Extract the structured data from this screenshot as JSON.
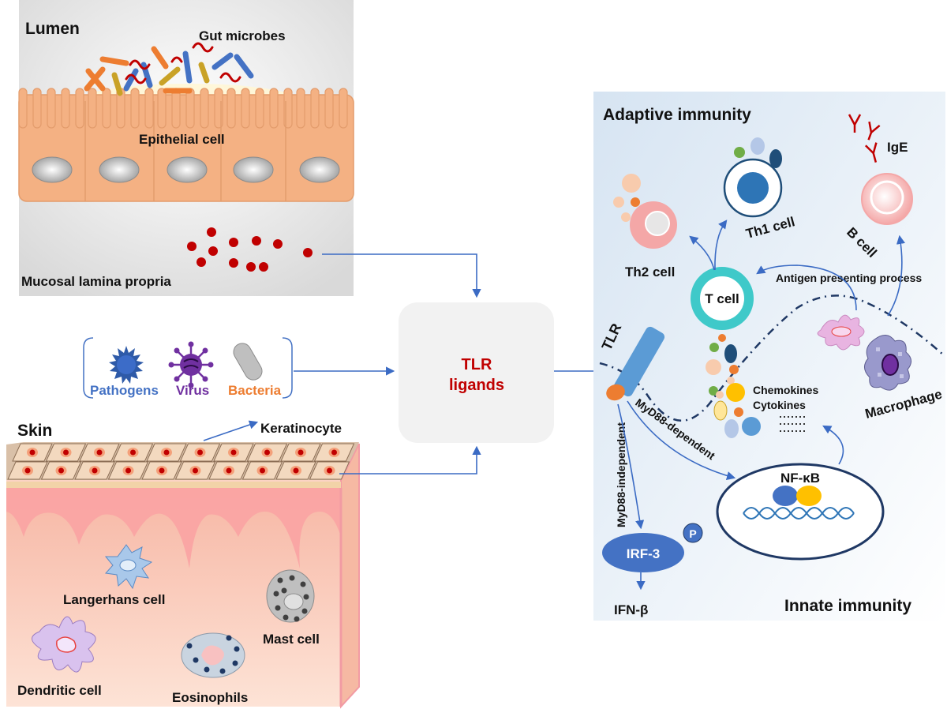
{
  "lumen": {
    "title": "Lumen",
    "gut_microbes": "Gut microbes",
    "epithelial_cell": "Epithelial cell",
    "lamina_propria": "Mucosal lamina propria"
  },
  "pathogen_group": {
    "pathogens": "Pathogens",
    "virus": "Virus",
    "bacteria": "Bacteria"
  },
  "skin": {
    "title": "Skin",
    "keratinocyte": "Keratinocyte",
    "langerhans": "Langerhans cell",
    "dendritic": "Dendritic cell",
    "mast": "Mast cell",
    "eosinophils": "Eosinophils"
  },
  "center": {
    "line1": "TLR",
    "line2": "ligands"
  },
  "immunity": {
    "adaptive_title": "Adaptive immunity",
    "innate_title": "Innate immunity",
    "tlr": "TLR",
    "th1": "Th1 cell",
    "th2": "Th2 cell",
    "b_cell": "B cell",
    "ige": "IgE",
    "t_cell": "T cell",
    "antigen_process": "Antigen presenting process",
    "chemokines": "Chemokines",
    "cytokines": "Cytokines",
    "macrophage": "Macrophage",
    "myd88_dependent": "MyD88-dependent",
    "myd88_independent": "MyD88-independent",
    "nfkb": "NF-κB",
    "irf3": "IRF-3",
    "p": "P",
    "ifnb": "IFN-β"
  },
  "colors": {
    "arrow": "#3b6bc4",
    "tlr_red": "#c00000",
    "tcell": "#3fc9c9",
    "epithelium": "#f4b183"
  }
}
